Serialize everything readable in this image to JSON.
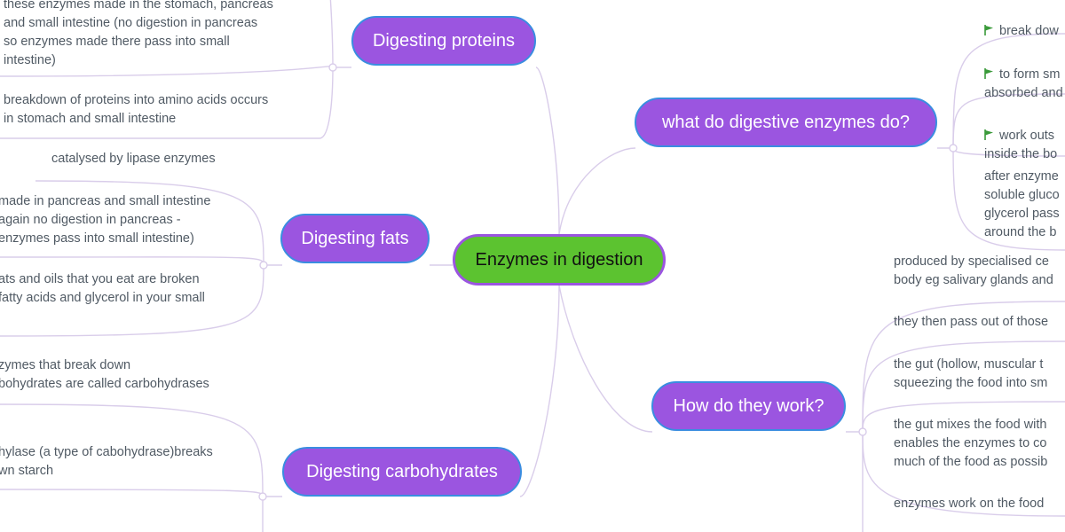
{
  "colors": {
    "root_fill": "#5cc330",
    "root_border": "#9b55e0",
    "topic_fill": "#9b55e0",
    "topic_border": "#3a8de0",
    "connector": "#d9cdea",
    "leaf_text": "#505a64",
    "flag": "#3a9a3a"
  },
  "root": {
    "label": "Enzymes in digestion"
  },
  "topics": {
    "proteins": {
      "label": "Digesting proteins",
      "leaves": [
        "these enzymes made in the stomach, pancreas\nand small intestine (no digestion in pancreas\nso enzymes made there pass into small\nintestine)",
        "breakdown of proteins into amino acids occurs\nin stomach and small intestine"
      ]
    },
    "fats": {
      "label": "Digesting fats",
      "leaves": [
        "catalysed by lipase enzymes",
        "made  in pancreas  and small intestine\nagain no digestion in pancreas -\nenzymes pass into small intestine)",
        "ats and oils that you eat are broken\n fatty acids and glycerol in your small"
      ]
    },
    "carbs": {
      "label": "Digesting carbohydrates",
      "leaves": [
        "zymes that break down\nbohydrates are called carbohydrases",
        "hylase (a type of cabohydrase)breaks\nwn starch"
      ]
    },
    "enzymes_do": {
      "label": "what do digestive enzymes do?",
      "leaves": [
        "break dow",
        "to form sm\nabsorbed and",
        "work outs\ninside the bo",
        "after enzyme\nsoluble gluco\nglycerol pass\naround the b"
      ],
      "flag_icon": "flag-icon"
    },
    "how_work": {
      "label": "How do they work?",
      "leaves": [
        "produced by specialised ce\nbody eg salivary glands and",
        "they then pass out of those",
        "the gut (hollow, muscular t\nsqueezing the food  into sm",
        "the gut mixes the food with\nenables the enzymes to co\nmuch of the food as possib",
        "enzymes work on the food"
      ]
    }
  }
}
